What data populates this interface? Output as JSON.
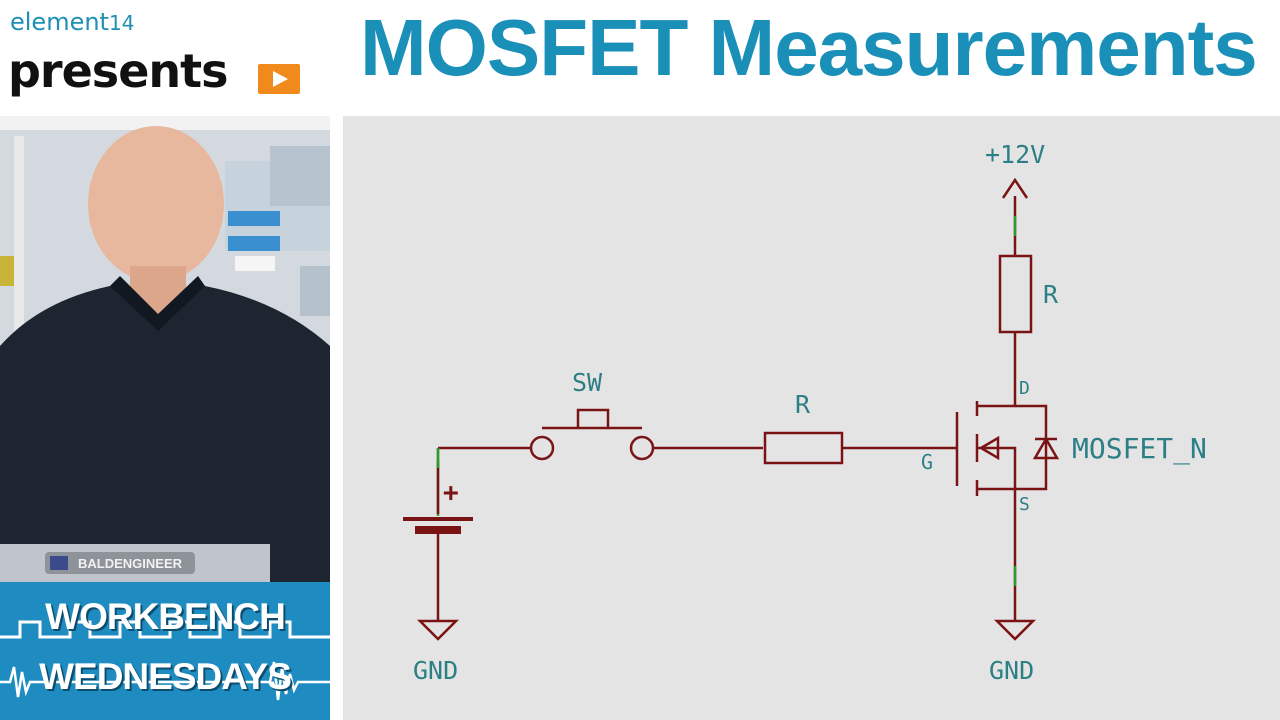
{
  "brand": {
    "top": "element",
    "top_suffix": "14",
    "main": "presents",
    "icon": "play-icon",
    "accent_color": "#f08a1c"
  },
  "title": "MOSFET Measurements",
  "title_color": "#1a8fb8",
  "presenter_video": {
    "laptop_sticker": "BALDENGINEER"
  },
  "banner": {
    "line1": "WORKBENCH",
    "line2": "WEDNESDAYS",
    "color": "#1e8cc0"
  },
  "schematic": {
    "wire_color": "#7a1414",
    "label_color": "#2d7f86",
    "supply_label": "+12V",
    "drain_resistor_label": "R",
    "gate_resistor_label": "R",
    "switch_label": "SW",
    "mosfet_label": "MOSFET_N",
    "gate_pin": "G",
    "drain_pin": "D",
    "source_pin": "S",
    "battery_polarity": "+",
    "ground_left_label": "GND",
    "ground_right_label": "GND"
  }
}
